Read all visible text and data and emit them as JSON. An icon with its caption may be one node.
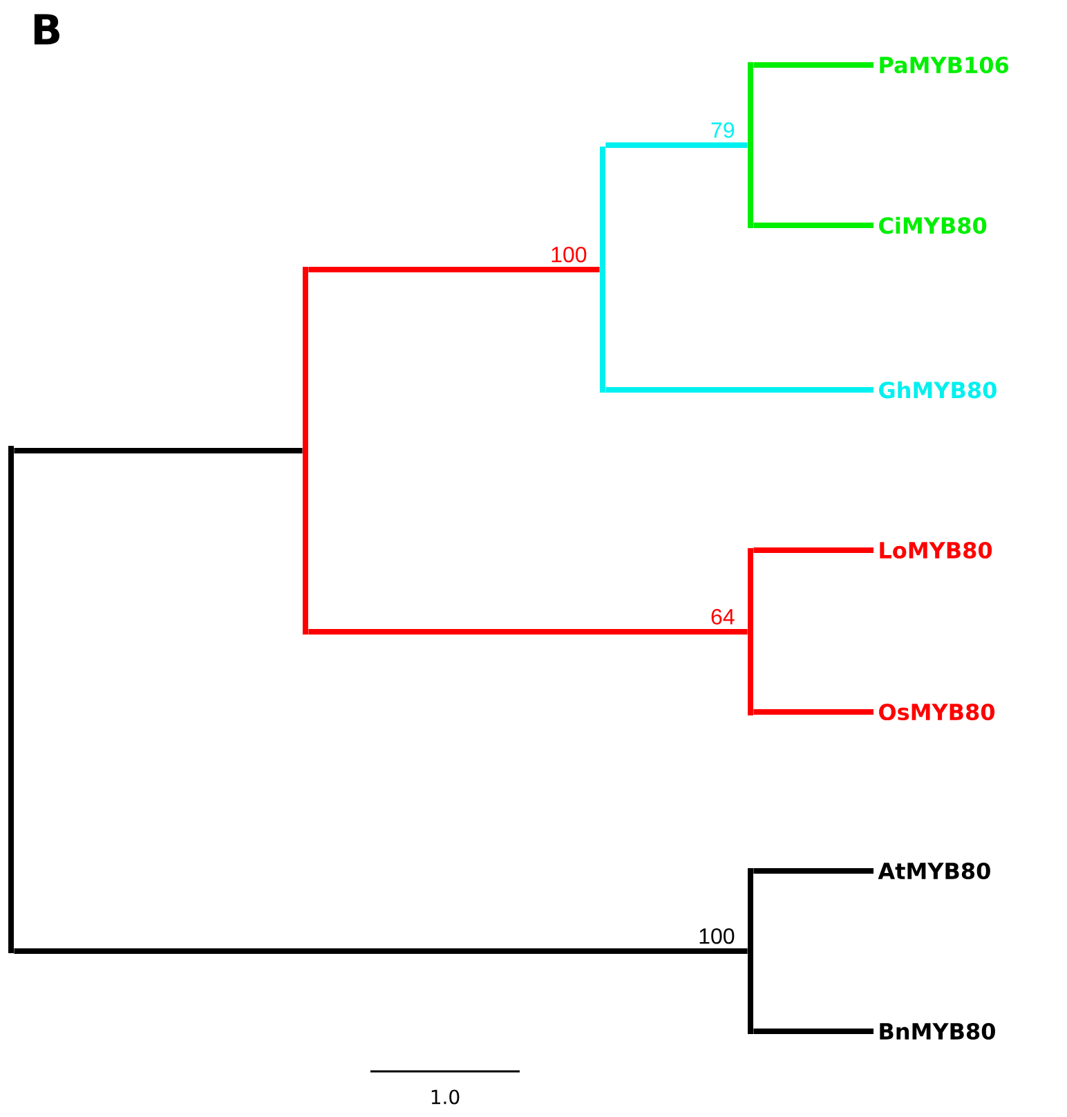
{
  "diagram": {
    "nodes": [
      {
        "text": [],
        "shape": "bar"
      },
      {
        "text": [],
        "shape": "bar"
      },
      {
        "text": [],
        "shape": "bar",
        "beside": [
          "100"
        ]
      },
      {
        "text": [],
        "shape": "bar",
        "beside": [
          "79"
        ]
      },
      {
        "text": [
          "PaMYB106"
        ]
      },
      {
        "text": [
          "CiMYB80"
        ]
      },
      {
        "text": [
          "GhMYB80"
        ]
      },
      {
        "text": [],
        "shape": "bar",
        "beside": [
          "64"
        ]
      },
      {
        "text": [
          "LoMYB80"
        ]
      },
      {
        "text": [
          "OsMYB80"
        ]
      },
      {
        "text": [],
        "shape": "bar",
        "beside": [
          "100"
        ]
      },
      {
        "text": [
          "AtMYB80"
        ]
      },
      {
        "text": [
          "BnMYB80"
        ]
      }
    ],
    "edges": [
      {
        "from": 0,
        "to": 1,
        "arrow": "none"
      },
      {
        "from": 1,
        "to": 2,
        "arrow": "none",
        "color": "#ff0000"
      },
      {
        "from": 2,
        "to": 3,
        "arrow": "none",
        "color": "#00f0f0"
      },
      {
        "from": 3,
        "to": 4,
        "arrow": "none",
        "color": "#00ee00"
      },
      {
        "from": 3,
        "to": 5,
        "arrow": "none",
        "color": "#00ee00"
      },
      {
        "from": 2,
        "to": 6,
        "arrow": "none",
        "color": "#00f0f0"
      },
      {
        "from": 1,
        "to": 7,
        "arrow": "none",
        "color": "#ff0000"
      },
      {
        "from": 7,
        "to": 8,
        "arrow": "none",
        "color": "#ff0000"
      },
      {
        "from": 7,
        "to": 9,
        "arrow": "none",
        "color": "#ff0000"
      },
      {
        "from": 0,
        "to": 10,
        "arrow": "none"
      },
      {
        "from": 10,
        "to": 11,
        "arrow": "none"
      },
      {
        "from": 10,
        "to": 12,
        "arrow": "none"
      }
    ],
    "labels": [
      "B",
      "1.0"
    ]
  }
}
